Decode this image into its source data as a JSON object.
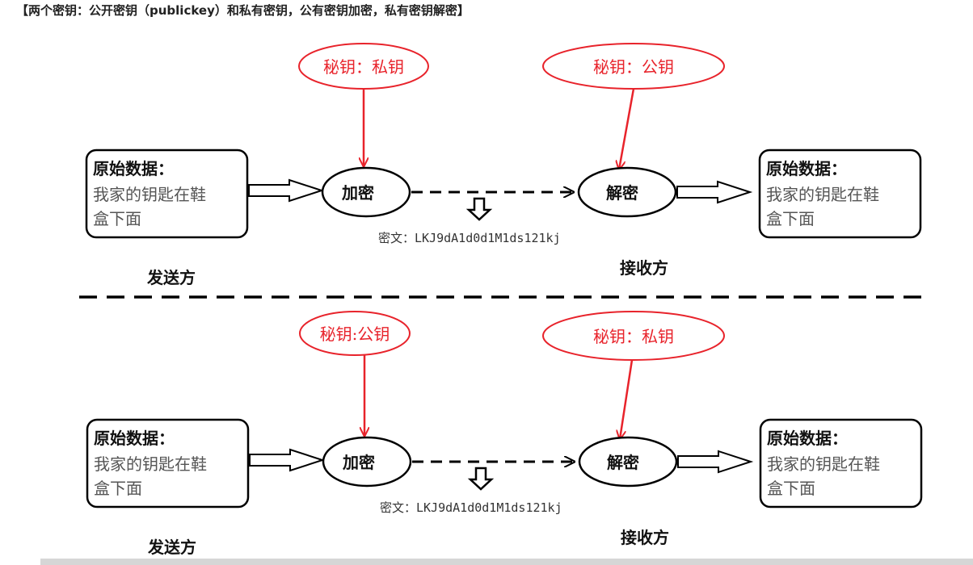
{
  "title": "【两个密钥：公开密钥（publickey）和私有密钥，公有密钥加密，私有密钥解密】",
  "colors": {
    "accent": "#e8232b",
    "line": "#000000",
    "text_gray": "#555555"
  },
  "panels": [
    {
      "enc_key": "秘钥：私钥",
      "dec_key": "秘钥：公钥",
      "source": {
        "heading": "原始数据：",
        "line1": "我家的钥匙在鞋",
        "line2": "盒下面"
      },
      "encrypt": "加密",
      "decrypt": "解密",
      "cipher": "密文：LKJ9dA1d0d1M1ds121kj",
      "target": {
        "heading": "原始数据：",
        "line1": "我家的钥匙在鞋",
        "line2": "盒下面"
      },
      "sender": "发送方",
      "receiver": "接收方"
    },
    {
      "enc_key": "秘钥:公钥",
      "dec_key": "秘钥：私钥",
      "source": {
        "heading": "原始数据：",
        "line1": "我家的钥匙在鞋",
        "line2": "盒下面"
      },
      "encrypt": "加密",
      "decrypt": "解密",
      "cipher": "密文：LKJ9dA1d0d1M1ds121kj",
      "target": {
        "heading": "原始数据：",
        "line1": "我家的钥匙在鞋",
        "line2": "盒下面"
      },
      "sender": "发送方",
      "receiver": "接收方"
    }
  ]
}
